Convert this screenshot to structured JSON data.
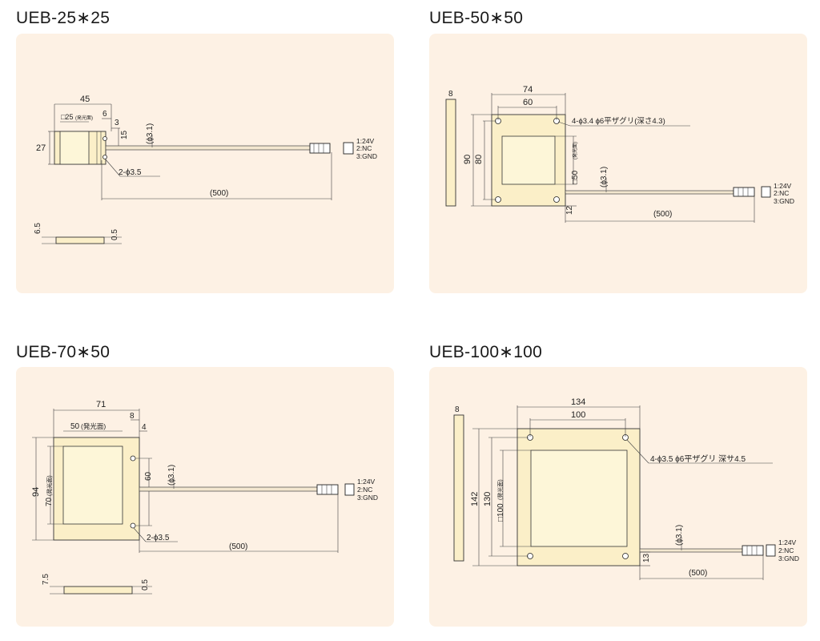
{
  "models": {
    "m1": {
      "name": "UEB-25∗25",
      "dims": {
        "d45": "45",
        "d6": "6",
        "emit": "□25",
        "emit_note": "(発光面)",
        "d3": "3",
        "d15": "15",
        "d27": "27",
        "cable": "(ϕ3.1)",
        "holes": "2-ϕ3.5",
        "len": "(500)",
        "side_h": "6.5",
        "side_t": "0.5"
      }
    },
    "m2": {
      "name": "UEB-50∗50",
      "dims": {
        "d8": "8",
        "d74": "74",
        "d60": "60",
        "holes": "4-ϕ3.4 ϕ6平ザグリ(深さ4.3)",
        "d90": "90",
        "d80": "80",
        "emit": "□50",
        "emit_note": "(発光面)",
        "cable": "(ϕ3.1)",
        "d12": "12",
        "len": "(500)"
      }
    },
    "m3": {
      "name": "UEB-70∗50",
      "dims": {
        "d71": "71",
        "d8": "8",
        "emit_w": "50",
        "emit_w_note": "(発光面)",
        "d4": "4",
        "d94": "94",
        "emit_h": "70",
        "emit_h_note": "(発光面)",
        "d60": "60",
        "cable": "(ϕ3.1)",
        "holes": "2-ϕ3.5",
        "len": "(500)",
        "side_h": "7.5",
        "side_t": "0.5"
      }
    },
    "m4": {
      "name": "UEB-100∗100",
      "dims": {
        "d8": "8",
        "d134": "134",
        "d100": "100",
        "holes": "4-ϕ3.5 ϕ6平ザグリ 深サ4.5",
        "d142": "142",
        "d130": "130",
        "emit": "□100",
        "emit_note": "(発光面)",
        "cable": "(ϕ3.1)",
        "d13": "13",
        "len": "(500)"
      }
    }
  },
  "pinout": [
    "1:24V",
    "2:NC",
    "3:GND"
  ],
  "colors": {
    "panel_bg": "#fdf1e4",
    "body_fill": "#fbefc8",
    "emit_fill": "#fdf6d8",
    "line": "#333333"
  }
}
